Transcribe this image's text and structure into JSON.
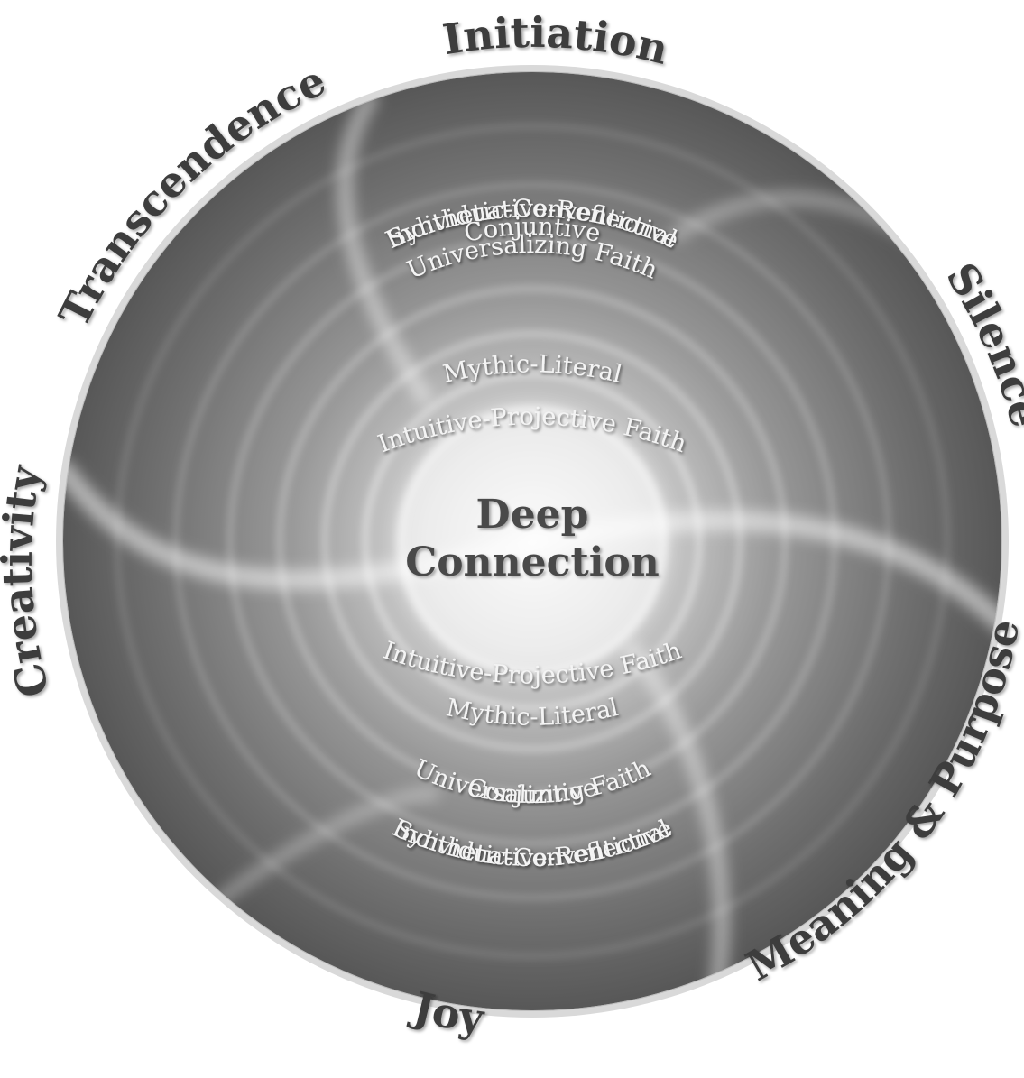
{
  "center": {
    "line1": "Deep",
    "line2": "Connection"
  },
  "outer_labels": [
    {
      "id": "initiation",
      "text": "Initiation"
    },
    {
      "id": "silence",
      "text": "Silence"
    },
    {
      "id": "meaning",
      "text": "Meaning & Purpose"
    },
    {
      "id": "joy",
      "text": "Joy"
    },
    {
      "id": "creativity",
      "text": "Creativity"
    },
    {
      "id": "transcendence",
      "text": "Transcendence"
    }
  ],
  "stages_top": [
    "Intuitive-Projective Faith",
    "Mythic-Literal",
    "Synthetic-Conventional",
    "Individuative-Reflective",
    "Conjuntive",
    "Universalizing Faith"
  ],
  "stages_bottom": [
    "Universalizing Faith",
    "Conjuntive",
    "Individuative-Reflective",
    "Synthetic-Conventional",
    "Mythic-Literal",
    "Intuitive-Projective Faith"
  ],
  "colors": {
    "disc_dark": "#5a5a5a",
    "disc_light": "#f2f2f2",
    "rim": "#dcdcdc",
    "outer_text": "#3e3e3e",
    "stage_text": "#f4f4f4"
  }
}
